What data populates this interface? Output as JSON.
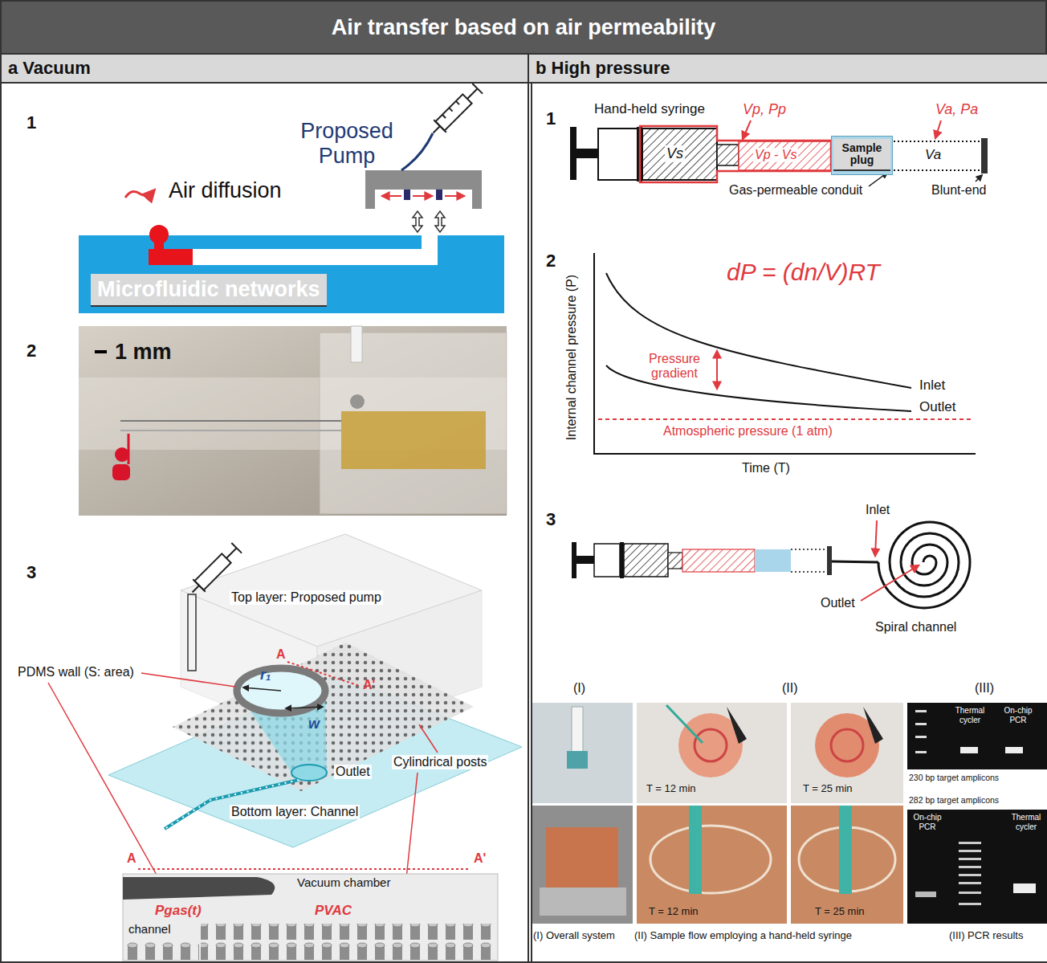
{
  "diagram": {
    "nodes": [
      {
        "text": [
          "Air transfer based on air permeability"
        ]
      },
      {
        "text": [
          "a Vacuum"
        ]
      },
      {
        "text": [
          "b High pressure"
        ]
      },
      {
        "text": [
          "Microfluidic networks"
        ],
        "in": 1
      },
      {
        "text": [
          "Sample plug"
        ],
        "in": 2
      }
    ],
    "labels": [
      "1",
      "Proposed Pump",
      "Air diffusion",
      "2",
      "1 mm",
      "3",
      "Top layer: Proposed pump",
      "PDMS wall (S: area)",
      "A",
      "A'",
      "r₁",
      "w",
      "Outlet",
      "Cylindrical posts",
      "Bottom layer: Channel",
      "A",
      "A'",
      "Vacuum chamber",
      "Pgas(t)",
      "PVAC",
      "channel",
      "1",
      "Hand-held syringe",
      "Vp, Pp",
      "Va, Pa",
      "Vs",
      "Vp - Vs",
      "Va",
      "Gas-permeable conduit",
      "Blunt-end",
      "2",
      "Internal channel pressure (P)",
      "dP = (dn/V)RT",
      "Pressure gradient",
      "Inlet",
      "Outlet",
      "Atmospheric pressure (1 atm)",
      "Time (T)",
      "3",
      "Inlet",
      "Outlet",
      "Spiral channel",
      "(I)",
      "(II)",
      "(III)",
      "T = 12 min",
      "T = 25 min",
      "T = 12 min",
      "T = 25 min",
      "Thermal cycler",
      "On-chip PCR",
      "230 bp target amplicons",
      "282 bp target amplicons",
      "On-chip PCR",
      "Thermal cycler",
      "(I) Overall system",
      "(II) Sample flow employing a hand-held syringe",
      "(III) PCR results"
    ]
  }
}
